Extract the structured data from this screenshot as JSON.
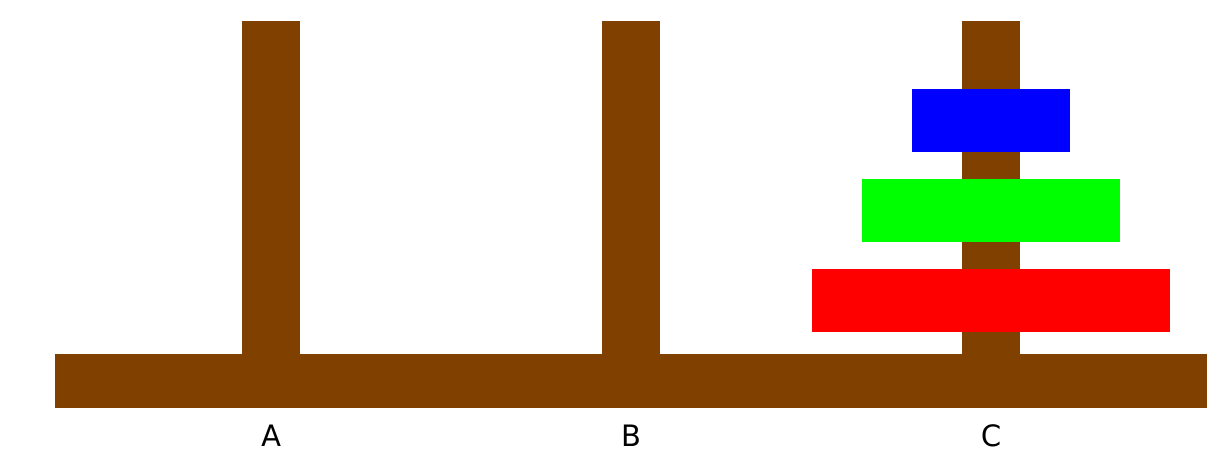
{
  "colors": {
    "background": "#ffffff",
    "wood": "#804000"
  },
  "pegs": [
    {
      "label": "A",
      "disks": []
    },
    {
      "label": "B",
      "disks": []
    },
    {
      "label": "C",
      "disks": [
        {
          "size": 3,
          "color": "#ff0000"
        },
        {
          "size": 2,
          "color": "#00ff00"
        },
        {
          "size": 1,
          "color": "#0000ff"
        }
      ]
    }
  ]
}
